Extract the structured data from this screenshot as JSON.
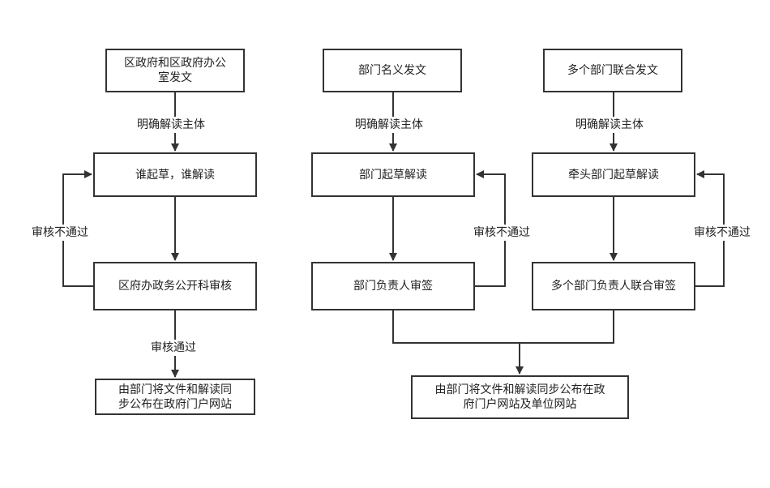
{
  "flow1": {
    "source": "区政府和区政府办公\n室发文",
    "label_subject": "明确解读主体",
    "draft": "谁起草，谁解读",
    "label_reject": "审核不通过",
    "review": "区府办政务公开科审核",
    "label_pass": "审核通过",
    "publish": "由部门将文件和解读同\n步公布在政府门户网站"
  },
  "flow2": {
    "source": "部门名义发文",
    "label_subject": "明确解读主体",
    "draft": "部门起草解读",
    "label_reject": "审核不通过",
    "review": "部门负责人审签"
  },
  "flow3": {
    "source": "多个部门联合发文",
    "label_subject": "明确解读主体",
    "draft": "牵头部门起草解读",
    "label_reject": "审核不通过",
    "review": "多个部门负责人联合审签"
  },
  "shared_publish": "由部门将文件和解读同步公布在政\n府门户网站及单位网站"
}
